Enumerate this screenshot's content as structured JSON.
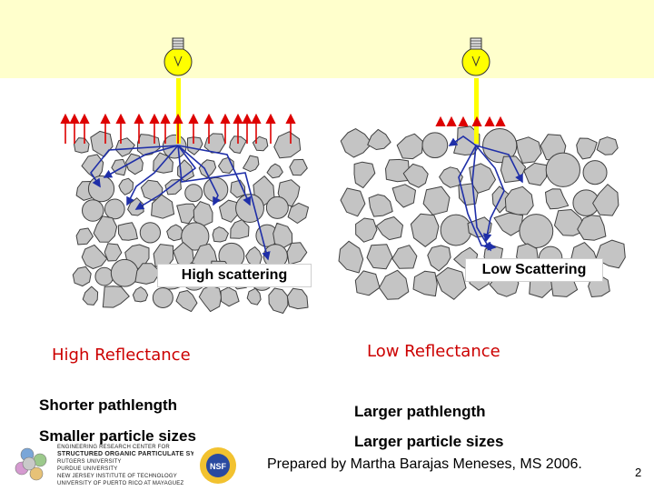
{
  "left_panel": {
    "scatter_label": "High scattering",
    "reflectance_label": "High Reflectance",
    "pathlength": "Shorter pathlength",
    "particle_sizes": "Smaller particle sizes"
  },
  "right_panel": {
    "scatter_label": "Low Scattering",
    "reflectance_label": "Low Reflectance",
    "pathlength": "Larger pathlength",
    "particle_sizes": "Larger particle sizes"
  },
  "credit": "Prepared by Martha Barajas Meneses, MS 2006.",
  "page_number": "2",
  "logo": {
    "line1": "ENGINEERING RESEARCH CENTER FOR",
    "line2": "STRUCTURED ORGANIC PARTICULATE SYSTEMS",
    "line3": "RUTGERS UNIVERSITY",
    "line4": "PURDUE UNIVERSITY",
    "line5": "NEW JERSEY INSTITUTE OF TECHNOLOGY",
    "line6": "UNIVERSITY OF PUERTO RICO AT MAYAGUEZ",
    "nsf": "NSF"
  },
  "colors": {
    "band": "#ffffcc",
    "particle_fill": "#c4c4c4",
    "particle_stroke": "#404040",
    "light_beam": "#ffff00",
    "ray": "#1f2fa8",
    "reflected_arrow": "#dd0000",
    "reflectance_text": "#cc0000"
  },
  "icons": {
    "light_source": "light-bulb-icon",
    "sopsl_logo": "molecule-logo-icon",
    "nsf_logo": "nsf-seal-icon"
  }
}
